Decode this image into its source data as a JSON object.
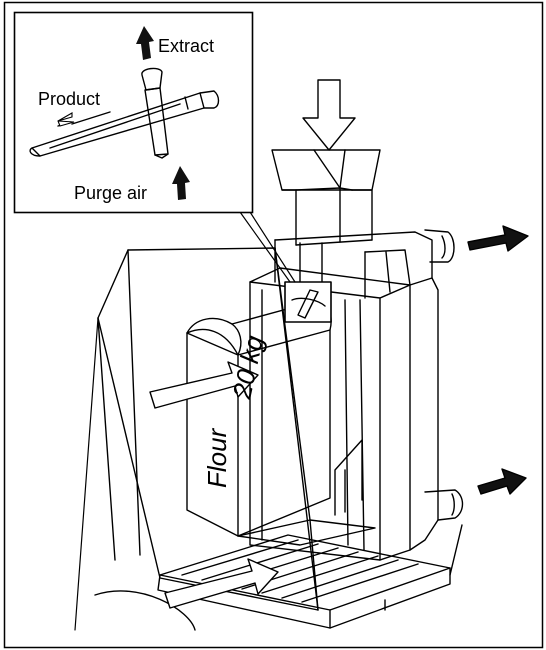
{
  "callout": {
    "extract": "Extract",
    "product": "Product",
    "purge_air": "Purge air"
  },
  "bag": {
    "weight": "20 kg",
    "content": "Flour"
  },
  "colors": {
    "line": "#000000",
    "background": "#ffffff",
    "flow_arrow": "#111111"
  }
}
